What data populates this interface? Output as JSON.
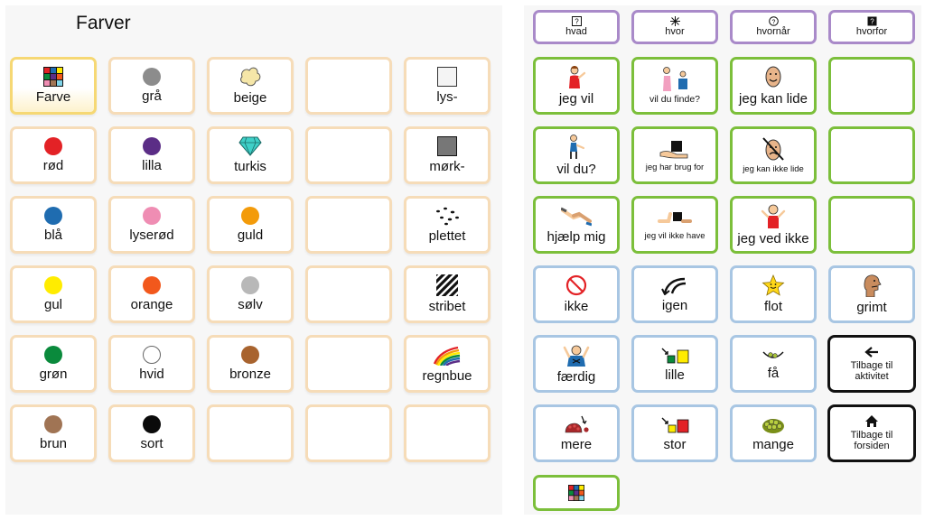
{
  "page_title": "Farver",
  "colors": {
    "grey": "#8c8c8c",
    "red": "#e32226",
    "purple": "#5b2d86",
    "blue": "#1f6cb0",
    "pink": "#ef8db3",
    "gold": "#f39b0a",
    "yellow": "#ffec00",
    "orange": "#f2581c",
    "silver": "#b8b8b8",
    "green": "#0a8a3c",
    "bronze": "#a8632e",
    "brown": "#a07454",
    "black": "#0a0a0a",
    "white": "#ffffff",
    "green_border": "#7cbf3b",
    "blue_border": "#a8c6e3",
    "purple_border": "#a98ac9",
    "peach_border": "#f6dcb8"
  },
  "colors_grid": [
    {
      "label": "Farve",
      "icon": "color-grid-icon"
    },
    {
      "label": "grå",
      "icon": "grey-dot-icon"
    },
    {
      "label": "beige",
      "icon": "beige-splash-icon"
    },
    {
      "label": "",
      "icon": ""
    },
    {
      "label": "lys-",
      "icon": "light-square-icon"
    },
    {
      "label": "rød",
      "icon": "red-dot-icon"
    },
    {
      "label": "lilla",
      "icon": "purple-dot-icon"
    },
    {
      "label": "turkis",
      "icon": "turquoise-gem-icon"
    },
    {
      "label": "",
      "icon": ""
    },
    {
      "label": "mørk-",
      "icon": "dark-square-icon"
    },
    {
      "label": "blå",
      "icon": "blue-dot-icon"
    },
    {
      "label": "lyserød",
      "icon": "pink-dot-icon"
    },
    {
      "label": "guld",
      "icon": "gold-dot-icon"
    },
    {
      "label": "",
      "icon": ""
    },
    {
      "label": "plettet",
      "icon": "spots-icon"
    },
    {
      "label": "gul",
      "icon": "yellow-dot-icon"
    },
    {
      "label": "orange",
      "icon": "orange-dot-icon"
    },
    {
      "label": "sølv",
      "icon": "silver-dot-icon"
    },
    {
      "label": "",
      "icon": ""
    },
    {
      "label": "stribet",
      "icon": "stripes-icon"
    },
    {
      "label": "grøn",
      "icon": "green-dot-icon"
    },
    {
      "label": "hvid",
      "icon": "white-dot-icon"
    },
    {
      "label": "bronze",
      "icon": "bronze-dot-icon"
    },
    {
      "label": "",
      "icon": ""
    },
    {
      "label": "regnbue",
      "icon": "rainbow-icon"
    },
    {
      "label": "brun",
      "icon": "brown-dot-icon"
    },
    {
      "label": "sort",
      "icon": "black-dot-icon"
    },
    {
      "label": "",
      "icon": ""
    },
    {
      "label": "",
      "icon": ""
    },
    {
      "label": "",
      "icon": ""
    }
  ],
  "question_tiles": [
    {
      "label": "hvad",
      "icon": "what-icon"
    },
    {
      "label": "hvor",
      "icon": "where-icon"
    },
    {
      "label": "hvornår",
      "icon": "when-icon"
    },
    {
      "label": "hvorfor",
      "icon": "why-icon"
    }
  ],
  "phrase_tiles": [
    {
      "label": "jeg vil",
      "icon": "person-want-icon"
    },
    {
      "label": "vil du finde?",
      "icon": "find-icon"
    },
    {
      "label": "jeg kan lide",
      "icon": "like-icon"
    },
    {
      "label": "",
      "icon": ""
    },
    {
      "label": "vil du?",
      "icon": "person-ask-icon"
    },
    {
      "label": "jeg har brug for",
      "icon": "need-icon"
    },
    {
      "label": "jeg kan ikke lide",
      "icon": "dislike-icon"
    },
    {
      "label": "",
      "icon": ""
    },
    {
      "label": "hjælp mig",
      "icon": "help-icon"
    },
    {
      "label": "jeg vil ikke have",
      "icon": "refuse-icon"
    },
    {
      "label": "jeg ved ikke",
      "icon": "dont-know-icon"
    },
    {
      "label": "",
      "icon": ""
    }
  ],
  "word_tiles": [
    {
      "label": "ikke",
      "icon": "not-icon"
    },
    {
      "label": "igen",
      "icon": "again-icon"
    },
    {
      "label": "flot",
      "icon": "star-icon"
    },
    {
      "label": "grimt",
      "icon": "ugly-icon"
    },
    {
      "label": "færdig",
      "icon": "finished-icon"
    },
    {
      "label": "lille",
      "icon": "small-icon"
    },
    {
      "label": "få",
      "icon": "few-icon"
    },
    {
      "label": "mere",
      "icon": "more-icon"
    },
    {
      "label": "stor",
      "icon": "big-icon"
    },
    {
      "label": "mange",
      "icon": "many-icon"
    }
  ],
  "nav": {
    "back_activity": "Tilbage til aktivitet",
    "back_home": "Tilbage til forsiden"
  },
  "bottom_tile": {
    "icon": "color-grid-icon"
  }
}
